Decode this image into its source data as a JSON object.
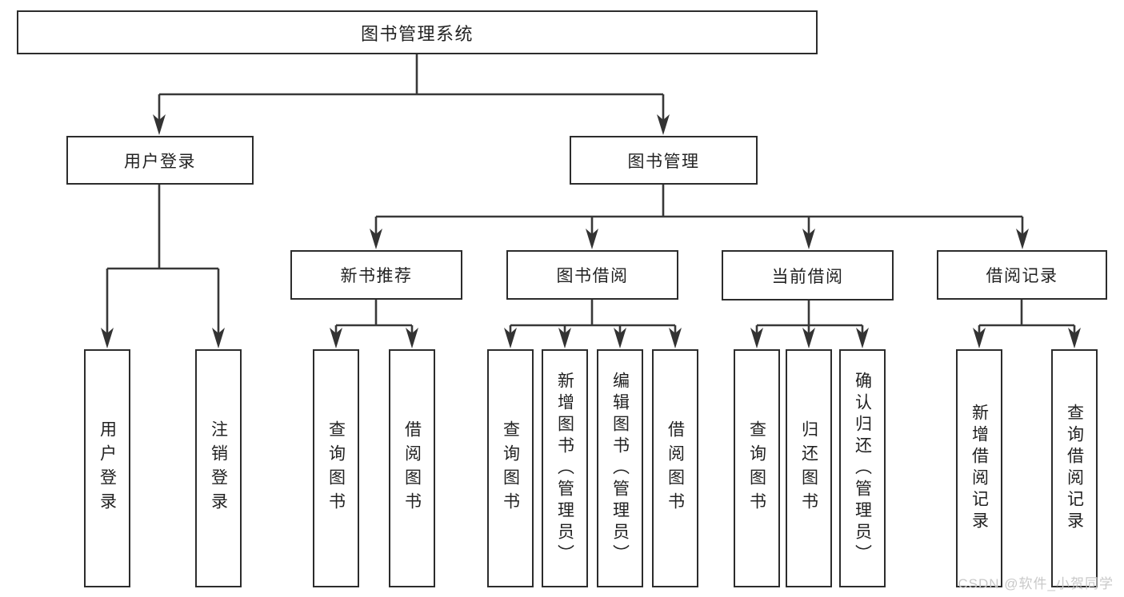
{
  "diagram": {
    "root": {
      "label": "图书管理系统"
    },
    "level2": {
      "user_login": {
        "label": "用户登录"
      },
      "book_management": {
        "label": "图书管理"
      }
    },
    "level3": {
      "new_book_recommend": {
        "label": "新书推荐"
      },
      "book_borrow": {
        "label": "图书借阅"
      },
      "current_borrow": {
        "label": "当前借阅"
      },
      "borrow_records": {
        "label": "借阅记录"
      }
    },
    "leaves": {
      "user_login": {
        "label": "用户登录"
      },
      "logout": {
        "label": "注销登录"
      },
      "nb_query_books": {
        "label": "查询图书"
      },
      "nb_borrow_books": {
        "label": "借阅图书"
      },
      "bb_query_books": {
        "label": "查询图书"
      },
      "bb_add_books": {
        "label": "新增图书（管理员）"
      },
      "bb_edit_books": {
        "label": "编辑图书（管理员）"
      },
      "bb_borrow_books": {
        "label": "借阅图书"
      },
      "cb_query_books": {
        "label": "查询图书"
      },
      "cb_return_books": {
        "label": "归还图书"
      },
      "cb_confirm_return": {
        "label": "确认归还（管理员）"
      },
      "br_add_record": {
        "label": "新增借阅记录"
      },
      "br_query_record": {
        "label": "查询借阅记录"
      }
    },
    "colors": {
      "line": "#383838",
      "box_border": "#2c2c2c",
      "text": "#222222",
      "background": "#ffffff",
      "watermark_text": "#c9c9c9"
    }
  },
  "watermark": {
    "text": "CSDN @软件_小贺同学"
  }
}
